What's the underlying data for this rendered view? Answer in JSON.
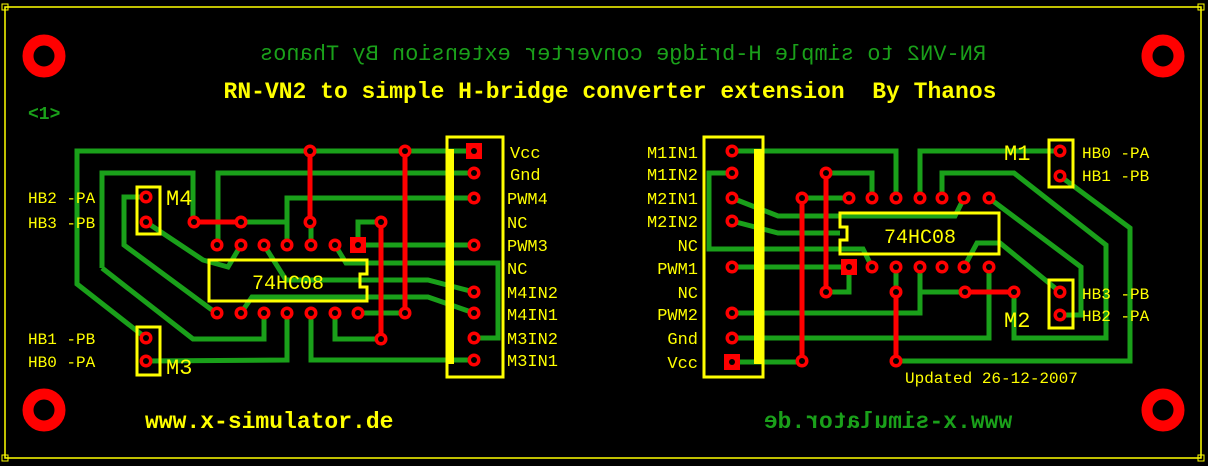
{
  "board": {
    "title": "RN-VN2 to simple H-bridge converter extension  By Thanos",
    "title_mirrored": "RN-VN2 to simple H-bridge converter extension  By Thanos",
    "layer_label": "<1>",
    "website": "www.x-simulator.de",
    "website_mirrored": "www.x-simulator.de",
    "updated": "Updated 26-12-2007"
  },
  "left": {
    "ic_label": "74HC08",
    "header_pins": [
      "Vcc",
      "Gnd",
      "PWM4",
      "NC",
      "PWM3",
      "NC",
      "M4IN2",
      "M4IN1",
      "M3IN2",
      "M3IN1"
    ],
    "motor_top": {
      "name": "M4",
      "pins": [
        "HB2 -PA",
        "HB3 -PB"
      ]
    },
    "motor_bottom": {
      "name": "M3",
      "pins": [
        "HB1 -PB",
        "HB0 -PA"
      ]
    }
  },
  "right": {
    "ic_label": "74HC08",
    "header_pins": [
      "M1IN1",
      "M1IN2",
      "M2IN1",
      "M2IN2",
      "NC",
      "PWM1",
      "NC",
      "PWM2",
      "Gnd",
      "Vcc"
    ],
    "motor_top": {
      "name": "M1",
      "pins": [
        "HB0 -PA",
        "HB1 -PB"
      ]
    },
    "motor_bottom": {
      "name": "M2",
      "pins": [
        "HB3 -PB",
        "HB2 -PA"
      ]
    }
  },
  "colors": {
    "board": "#000000",
    "copper_bottom": "#1aa01a",
    "jumper": "#ff0000",
    "silkscreen": "#ffff00"
  }
}
